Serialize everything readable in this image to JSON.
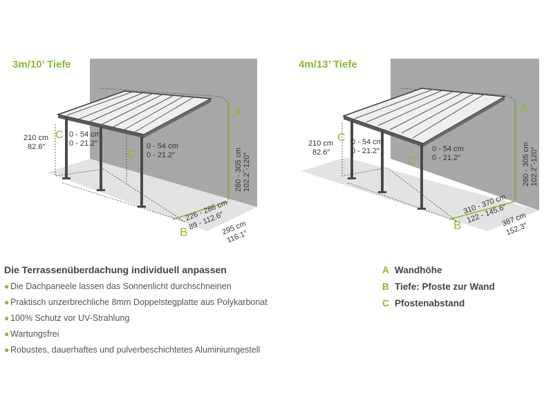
{
  "diagram_left": {
    "title": "3m/10’ Tiefe",
    "post_height": [
      "210 cm",
      "82.6″"
    ],
    "overhang_front": [
      "0 - 54 cm",
      "0 - 21.2″"
    ],
    "overhang_side": [
      "0 - 54 cm",
      "0 - 21.2″"
    ],
    "wall_height": [
      "260 - 305 cm",
      "102.2˝-120″"
    ],
    "depth_post": [
      "226 - 286 cm",
      "89 - 112.6″"
    ],
    "total_depth": [
      "295 cm",
      "116.1″"
    ]
  },
  "diagram_right": {
    "title": "4m/13’ Tiefe",
    "post_height": [
      "210 cm",
      "82.6″"
    ],
    "overhang_front": [
      "0 - 54 cm",
      "0 - 21.2″"
    ],
    "overhang_side": [
      "0 - 54 cm",
      "0 - 21.2″"
    ],
    "wall_height": [
      "260 - 305 cm",
      "102.2˝-120″"
    ],
    "depth_post": [
      "310 - 370 cm",
      "122 - 145.6″"
    ],
    "total_depth": [
      "387 cm",
      "152.3″"
    ]
  },
  "letters": {
    "a": "A",
    "b": "B",
    "c": "C"
  },
  "description": {
    "title": "Die Terrassenüberdachung individuell anpassen",
    "bullet": "●",
    "items": [
      "Die Dachpaneele lassen das Sonnenlicht durchschneinen",
      "Praktisch unzerbrechliche 8mm Doppelstegplatte aus Polykarbonat",
      "100% Schutz vor UV-Strahlung",
      "Wartungsfrei",
      "Robustes, dauerhaftes und pulverbeschichtetes Aluminiumgestell"
    ]
  },
  "legend": [
    {
      "letter": "A",
      "label": "Wandhöhe"
    },
    {
      "letter": "B",
      "label": "Tiefe: Pfoste zur Wand"
    },
    {
      "letter": "C",
      "label": "Pfostenabstand"
    }
  ],
  "colors": {
    "accent": "#8bb833",
    "wall": "#a6a6a6",
    "floor": "#e2e2e2",
    "frame": "#4a4a4a"
  }
}
